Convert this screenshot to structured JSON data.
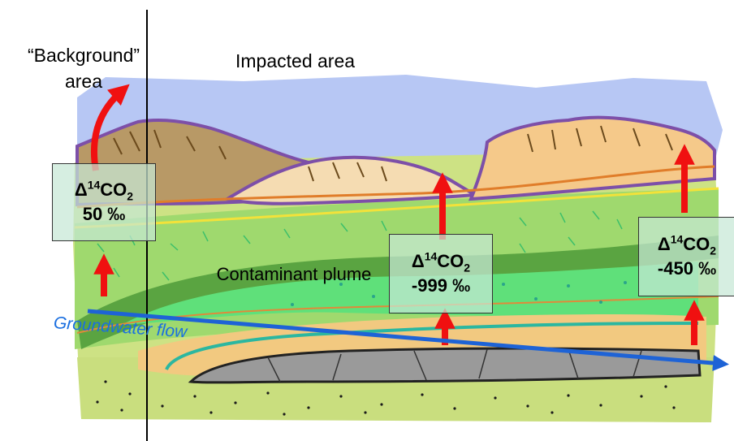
{
  "labels": {
    "background_area": "“Background” area",
    "impacted_area": "Impacted area",
    "plume": "Contaminant plume",
    "groundwater_flow": "Groundwater flow"
  },
  "co2_measurements": [
    {
      "delta": "Δ",
      "iso": "14",
      "species": "CO",
      "sub": "2",
      "value": "50 ‰"
    },
    {
      "delta": "Δ",
      "iso": "14",
      "species": "CO",
      "sub": "2",
      "value": "-999 ‰"
    },
    {
      "delta": "Δ",
      "iso": "14",
      "species": "CO",
      "sub": "2",
      "value": "-450 ‰"
    }
  ],
  "colors": {
    "sky": "#b7c7f4",
    "hills_dark": "#b89966",
    "hills_light": "#f5dcb2",
    "hill_outline": "#7d4fa8",
    "surface_soil": "#cde284",
    "aquifer_green": "#9fd96e",
    "plume_green": "#5fe07a",
    "clay_orange": "#f2c980",
    "bedrock": "#9a9a9a",
    "red_arrow": "#f01010",
    "flow_arrow": "#1e63d6"
  }
}
